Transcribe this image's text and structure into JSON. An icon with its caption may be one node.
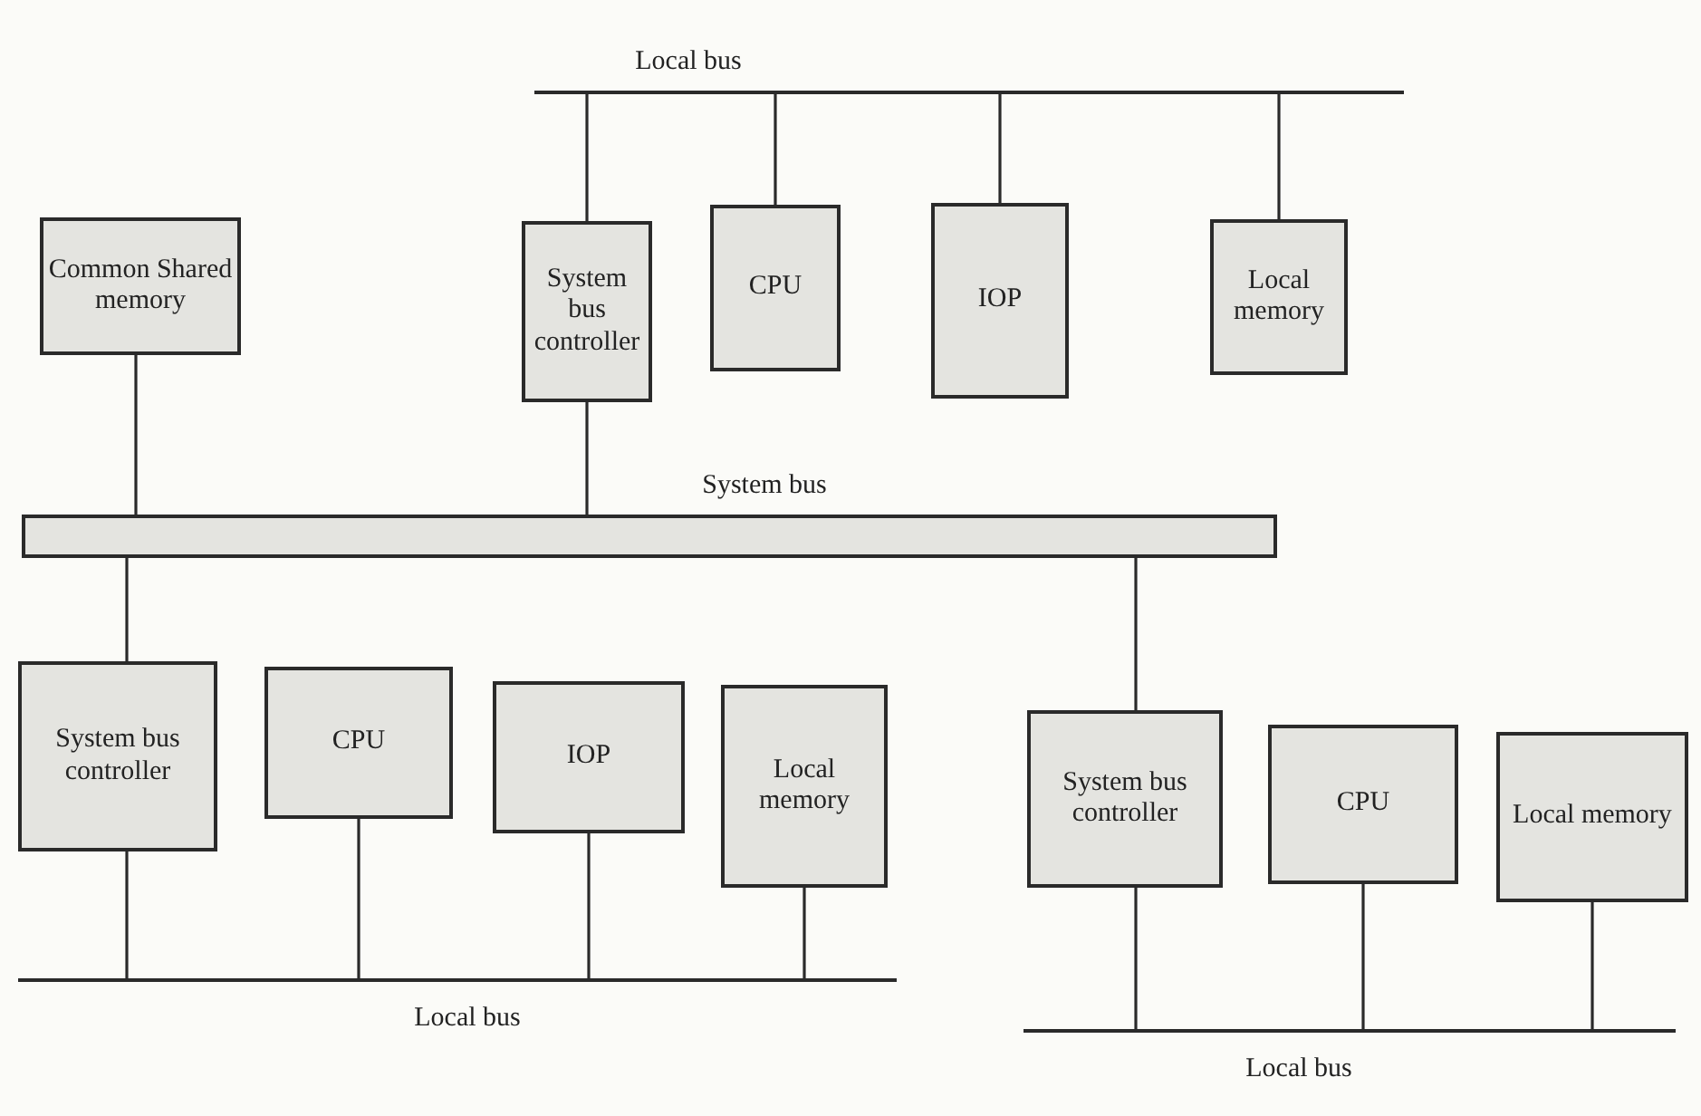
{
  "diagram": {
    "nodes": [
      {
        "text": [
          "Common Shared memory"
        ]
      },
      {
        "text": [
          "System bus controller"
        ]
      },
      {
        "text": [
          "CPU"
        ]
      },
      {
        "text": [
          "IOP"
        ]
      },
      {
        "text": [
          "Local memory"
        ]
      },
      {
        "text": [
          "System bus"
        ]
      },
      {
        "text": [
          "System bus controller"
        ]
      },
      {
        "text": [
          "CPU"
        ]
      },
      {
        "text": [
          "IOP"
        ]
      },
      {
        "text": [
          "Local memory"
        ]
      },
      {
        "text": [
          "System bus controller"
        ]
      },
      {
        "text": [
          "CPU"
        ]
      },
      {
        "text": [
          "Local memory"
        ]
      },
      {
        "text": [
          "Local bus"
        ]
      },
      {
        "text": [
          "Local bus"
        ]
      },
      {
        "text": [
          "Local bus"
        ]
      }
    ],
    "edges": [
      {
        "from": 1,
        "to": 13,
        "arrow": "none"
      },
      {
        "from": 2,
        "to": 13,
        "arrow": "none"
      },
      {
        "from": 3,
        "to": 13,
        "arrow": "none"
      },
      {
        "from": 4,
        "to": 13,
        "arrow": "none"
      },
      {
        "from": 0,
        "to": 5,
        "arrow": "none"
      },
      {
        "from": 1,
        "to": 5,
        "arrow": "none"
      },
      {
        "from": 5,
        "to": 6,
        "arrow": "none"
      },
      {
        "from": 5,
        "to": 10,
        "arrow": "none"
      },
      {
        "from": 6,
        "to": 14,
        "arrow": "none"
      },
      {
        "from": 7,
        "to": 14,
        "arrow": "none"
      },
      {
        "from": 8,
        "to": 14,
        "arrow": "none"
      },
      {
        "from": 9,
        "to": 14,
        "arrow": "none"
      },
      {
        "from": 10,
        "to": 15,
        "arrow": "none"
      },
      {
        "from": 11,
        "to": 15,
        "arrow": "none"
      },
      {
        "from": 12,
        "to": 15,
        "arrow": "none"
      }
    ]
  }
}
